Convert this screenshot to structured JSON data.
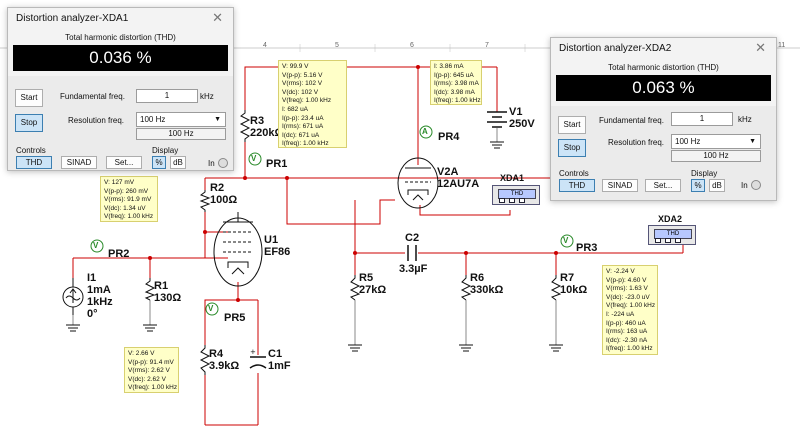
{
  "xda1": {
    "title": "Distortion analyzer-XDA1",
    "caption": "Total harmonic distortion (THD)",
    "value": "0.036 %",
    "start": "Start",
    "stop": "Stop",
    "fund_label": "Fundamental freq.",
    "fund_value": "1",
    "fund_unit": "kHz",
    "res_label": "Resolution freq.",
    "res_value": "100 Hz",
    "res_readout": "100 Hz",
    "controls": "Controls",
    "display": "Display",
    "thd": "THD",
    "sinad": "SINAD",
    "set": "Set...",
    "pct": "%",
    "db": "dB",
    "in": "In"
  },
  "xda2": {
    "title": "Distortion analyzer-XDA2",
    "caption": "Total harmonic distortion (THD)",
    "value": "0.063 %",
    "start": "Start",
    "stop": "Stop",
    "fund_label": "Fundamental freq.",
    "fund_value": "1",
    "fund_unit": "kHz",
    "res_label": "Resolution freq.",
    "res_value": "100 Hz",
    "res_readout": "100 Hz",
    "controls": "Controls",
    "display": "Display",
    "thd": "THD",
    "sinad": "SINAD",
    "set": "Set...",
    "pct": "%",
    "db": "dB",
    "in": "In"
  },
  "ruler": [
    "4",
    "5",
    "6",
    "7",
    "11"
  ],
  "components": {
    "r3_name": "R3",
    "r3_val": "220kΩ",
    "r2_name": "R2",
    "r2_val": "100Ω",
    "r1_name": "R1",
    "r1_val": "130Ω",
    "r4_name": "R4",
    "r4_val": "3.9kΩ",
    "r5_name": "R5",
    "r5_val": "27kΩ",
    "r6_name": "R6",
    "r6_val": "330kΩ",
    "r7_name": "R7",
    "r7_val": "10kΩ",
    "c1_name": "C1",
    "c1_val": "1mF",
    "c2_name": "C2",
    "c2_val": "3.3µF",
    "u1_name": "U1",
    "u1_type": "EF86",
    "v2a_name": "V2A",
    "v2a_type": "12AU7A",
    "v1_name": "V1",
    "v1_val": "250V",
    "i1_name": "I1",
    "i1_val1": "1mA",
    "i1_val2": "1kHz",
    "i1_val3": "0°",
    "xda1_label": "XDA1",
    "xda2_label": "XDA2",
    "meter_text": "THD"
  },
  "probes": {
    "pr1": "PR1",
    "pr2": "PR2",
    "pr3": "PR3",
    "pr4": "PR4",
    "pr5": "PR5",
    "probe_glyph": "V",
    "amp_glyph": "A"
  },
  "readouts": {
    "pr1": [
      "V: 99.9 V",
      "V(p-p): 5.16 V",
      "V(rms): 102 V",
      "V(dc): 102 V",
      "V(freq): 1.00 kHz",
      "I: 682 uA",
      "I(p-p): 23.4 uA",
      "I(rms): 671 uA",
      "I(dc): 671 uA",
      "I(freq): 1.00 kHz"
    ],
    "pr4": [
      "I: 3.86 mA",
      "I(p-p): 645 uA",
      "I(rms): 3.98 mA",
      "I(dc): 3.98 mA",
      "I(freq): 1.00 kHz"
    ],
    "pr2": [
      "V: 127 mV",
      "V(p-p): 260 mV",
      "V(rms): 91.9 mV",
      "V(dc): 1.34 uV",
      "V(freq): 1.00 kHz"
    ],
    "pr5": [
      "V: 2.66 V",
      "V(p-p): 91.4 mV",
      "V(rms): 2.62 V",
      "V(dc): 2.62 V",
      "V(freq): 1.00 kHz"
    ],
    "pr3": [
      "V: -2.24 V",
      "V(p-p): 4.60 V",
      "V(rms): 1.63 V",
      "V(dc): -23.0 uV",
      "V(freq): 1.00 kHz",
      "I: -224 uA",
      "I(p-p): 460 uA",
      "I(rms): 163 uA",
      "I(dc): -2.30 nA",
      "I(freq): 1.00 kHz"
    ]
  }
}
